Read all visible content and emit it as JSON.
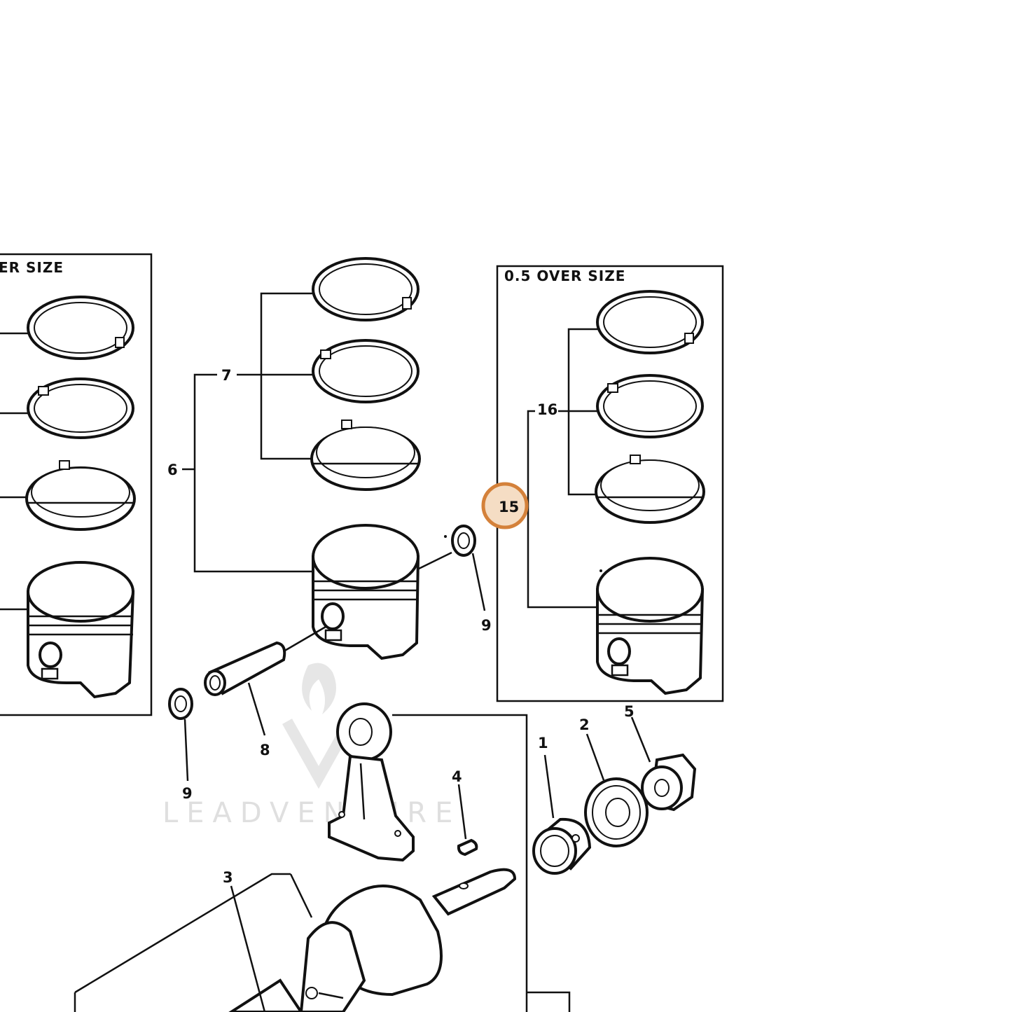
{
  "diagram": {
    "boxes": {
      "left_title": "ER SIZE",
      "right_title": "0.5 OVER SIZE"
    },
    "callouts": {
      "c1": "1",
      "c2": "2",
      "c3": "3",
      "c4": "4",
      "c5": "5",
      "c6": "6",
      "c7": "7",
      "c8": "8",
      "c9a": "9",
      "c9b": "9",
      "c15": "15",
      "c16": "16"
    },
    "highlight": {
      "label": "15",
      "color": "#d4813a"
    },
    "watermark": "LEADVENTURE"
  }
}
